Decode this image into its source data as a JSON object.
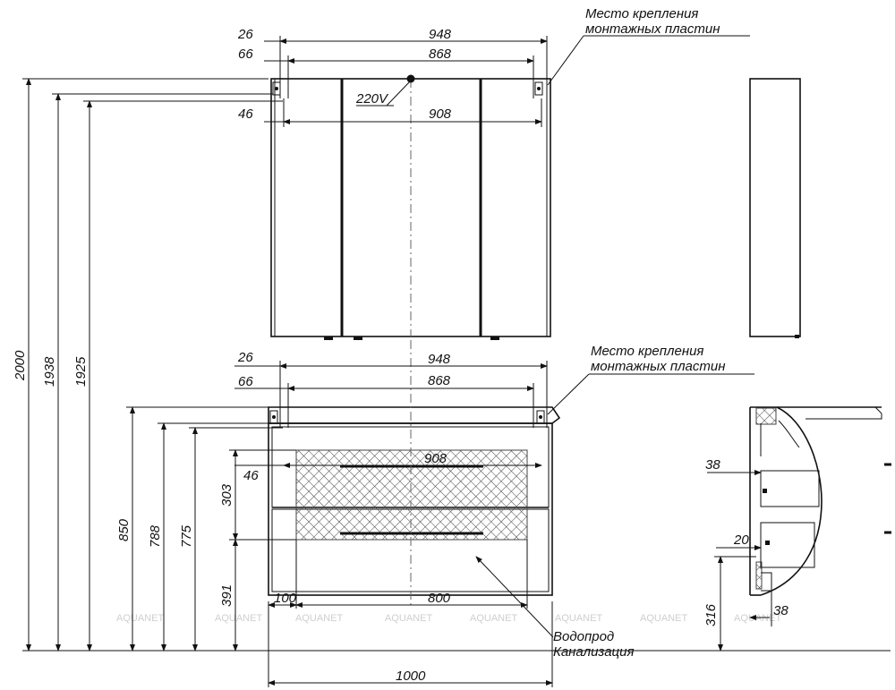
{
  "labels": {
    "mount_top_1": "Место крепления",
    "mount_top_2": "монтажных пластин",
    "mount_bottom_1": "Место крепления",
    "mount_bottom_2": "монтажных пластин",
    "power": "220V",
    "water": "Водопрод",
    "sewer": "Канализация"
  },
  "dimensions": {
    "top_948": "948",
    "top_868": "868",
    "top_908": "908",
    "top_26": "26",
    "top_66": "66",
    "top_46": "46",
    "bot_948": "948",
    "bot_868": "868",
    "bot_908": "908",
    "bot_26": "26",
    "bot_66": "66",
    "bot_46": "46",
    "h2000": "2000",
    "h1938": "1938",
    "h1925": "1925",
    "h850": "850",
    "h788": "788",
    "h775": "775",
    "h303": "303",
    "h391": "391",
    "w100": "100",
    "w800": "800",
    "w1000": "1000",
    "side_38a": "38",
    "side_20": "20",
    "side_316": "316",
    "side_38b": "38"
  },
  "watermark": "AQUANET"
}
